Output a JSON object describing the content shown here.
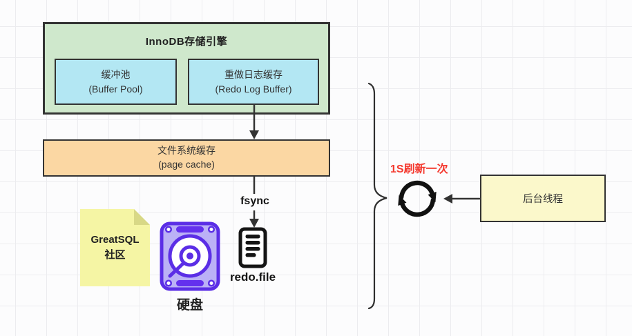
{
  "nodes": {
    "innodb_engine": {
      "title": "InnoDB存储引擎"
    },
    "buffer_pool": {
      "line1": "缓冲池",
      "line2": "(Buffer Pool)"
    },
    "redo_log_buffer": {
      "line1": "重做日志缓存",
      "line2": "(Redo Log Buffer)"
    },
    "page_cache": {
      "line1": "文件系统缓存",
      "line2": "(page cache)"
    },
    "background_thread": {
      "label": "后台线程"
    },
    "sticky_note": {
      "line1": "GreatSQL",
      "line2": "社区"
    }
  },
  "labels": {
    "fsync": "fsync",
    "redo_file": "redo.file",
    "disk": "硬盘",
    "refresh_interval": "1S刷新一次"
  },
  "icons": {
    "refresh": "refresh-cycle-icon",
    "hard_disk": "hard-disk-icon",
    "redo_file": "document-file-icon",
    "note": "sticky-note"
  },
  "colors": {
    "group_green": "#cfe8cc",
    "buffer_cyan": "#b3e7f3",
    "cache_orange": "#fbd7a3",
    "note_yellow": "#f5f5a4",
    "thread_yellow": "#fbf8cb",
    "border_dark": "#333333",
    "alert_red": "#f4392f",
    "disk_purple": "#5b2ee6",
    "disk_fill": "#bbb1f6",
    "icon_black": "#151515"
  }
}
